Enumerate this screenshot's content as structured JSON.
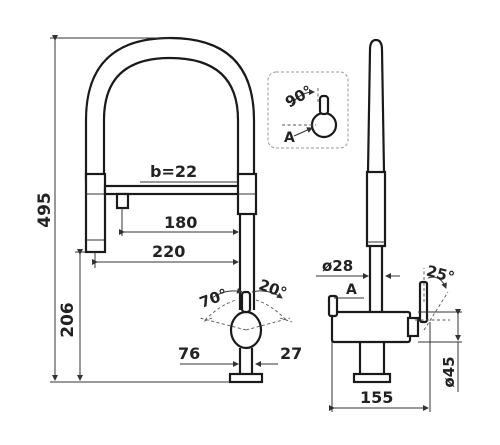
{
  "dimensions": {
    "height_total": "495",
    "height_lower": "206",
    "hose_diameter": "b=22",
    "reach_inner": "180",
    "reach_outer": "220",
    "base_offset": "76",
    "handle_offset": "27",
    "depth": "155",
    "base_diameter": "ø45",
    "spout_diameter": "ø28"
  },
  "angles": {
    "handle_left": "70°",
    "handle_right": "20°",
    "tilt": "25°",
    "detail_rotation": "90°"
  },
  "markers": {
    "side_view_point": "A",
    "detail_point": "A"
  },
  "colors": {
    "line": "#1a1a1a",
    "dimension": "#333333",
    "detail_border": "#999999"
  }
}
